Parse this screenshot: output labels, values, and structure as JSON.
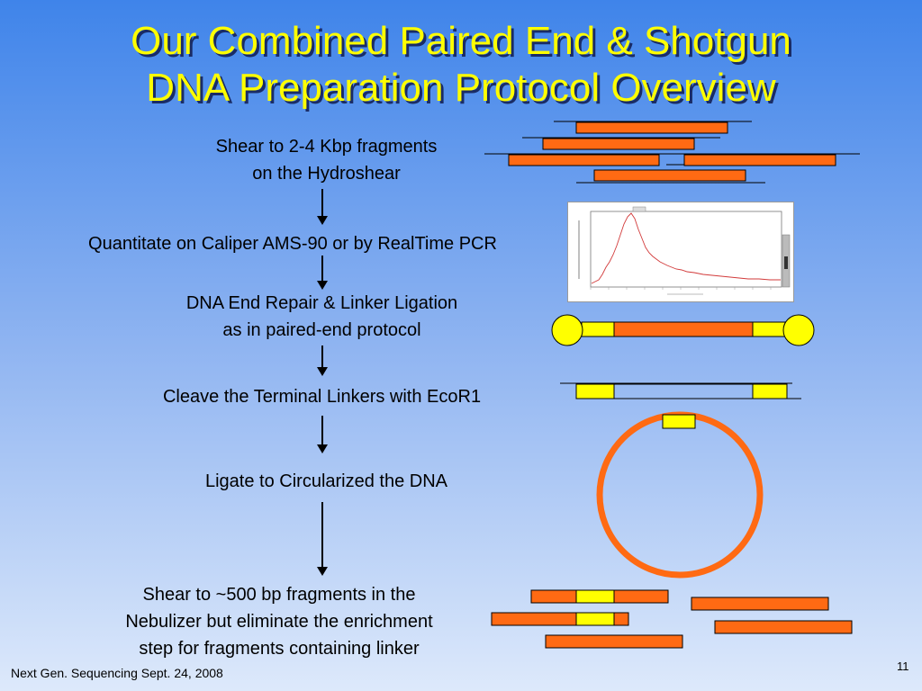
{
  "title": {
    "line1": "Our Combined Paired End & Shotgun",
    "line2": "DNA Preparation Protocol Overview"
  },
  "steps": [
    {
      "line1": "Shear to 2-4 Kbp fragments",
      "line2": "on the Hydroshear"
    },
    {
      "line1": "Quantitate on Caliper AMS-90 or by RealTime PCR"
    },
    {
      "line1": "DNA End Repair & Linker Ligation",
      "line2": "as in paired-end protocol"
    },
    {
      "line1": "Cleave the Terminal Linkers with EcoR1"
    },
    {
      "line1": "Ligate to Circularized the DNA"
    },
    {
      "line1": "Shear to ~500 bp fragments in the",
      "line2": "Nebulizer but eliminate the enrichment",
      "line3": "step for fragments containing linker"
    }
  ],
  "footer": "Next Gen. Sequencing Sept. 24, 2008",
  "page_number": "11",
  "colors": {
    "title": "#ffff00",
    "fragment": "#ff6a13",
    "linker": "#ffff00",
    "circle": "#ff6a13"
  }
}
